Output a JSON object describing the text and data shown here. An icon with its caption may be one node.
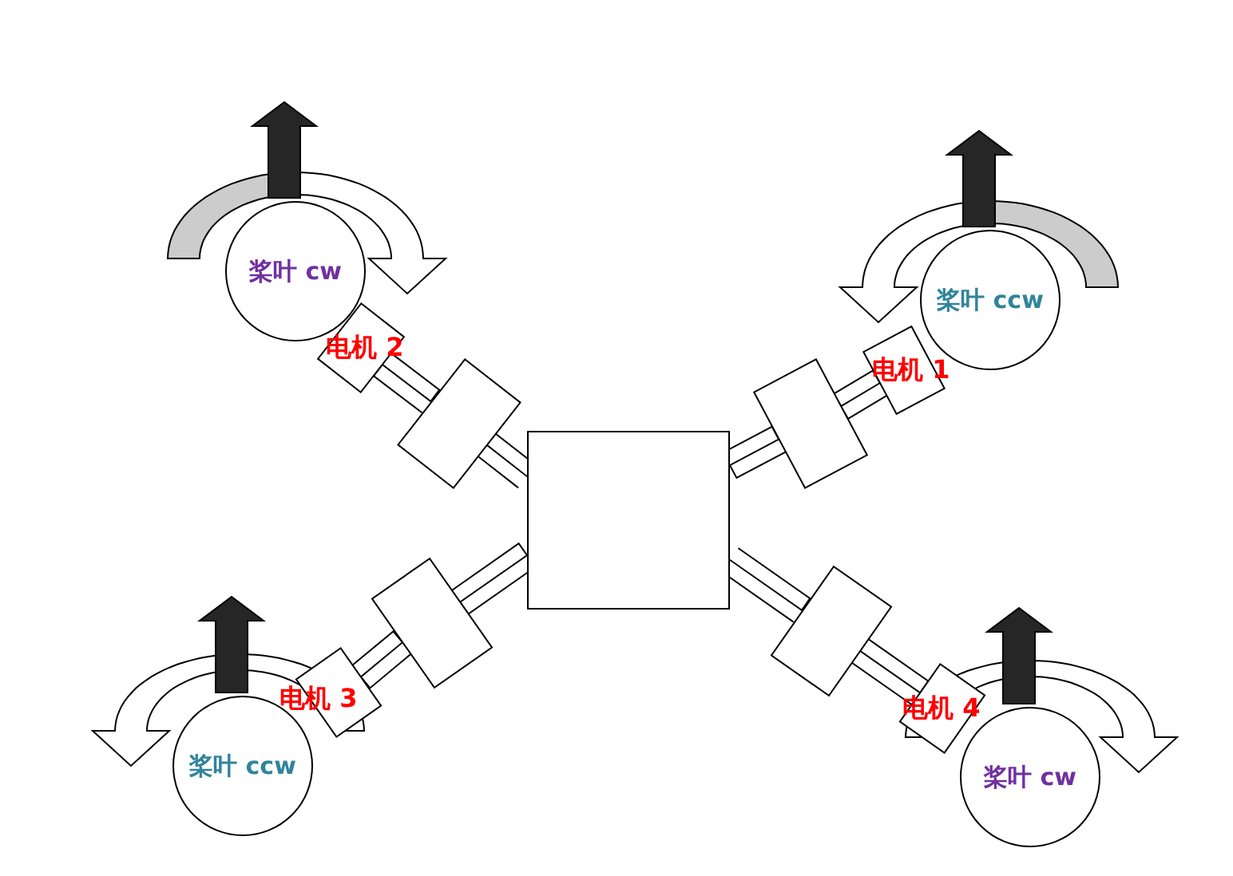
{
  "diagram": {
    "nodes": [
      {
        "text": [
          "桨叶 cw"
        ]
      },
      {
        "text": [
          "桨叶 ccw"
        ]
      },
      {
        "text": [
          "电机 2"
        ]
      },
      {
        "text": [
          "电机 1"
        ]
      },
      {
        "text": [],
        "shape": "box"
      },
      {
        "text": [],
        "shape": "box"
      },
      {
        "text": [],
        "shape": "box"
      },
      {
        "text": [],
        "shape": "box"
      },
      {
        "text": [],
        "shape": "box"
      },
      {
        "text": [
          "电机 3"
        ]
      },
      {
        "text": [
          "电机 4"
        ]
      },
      {
        "text": [
          "桨叶 ccw"
        ]
      },
      {
        "text": [
          "桨叶 cw"
        ]
      }
    ],
    "edges": [
      {
        "from": 6,
        "to": 4,
        "arrow": "none"
      },
      {
        "from": 4,
        "to": 2,
        "arrow": "none"
      },
      {
        "from": 6,
        "to": 5,
        "arrow": "none"
      },
      {
        "from": 5,
        "to": 3,
        "arrow": "none"
      },
      {
        "from": 6,
        "to": 7,
        "arrow": "none"
      },
      {
        "from": 7,
        "to": 9,
        "arrow": "none"
      },
      {
        "from": 6,
        "to": 8,
        "arrow": "none"
      },
      {
        "from": 8,
        "to": 10,
        "arrow": "none"
      }
    ]
  }
}
